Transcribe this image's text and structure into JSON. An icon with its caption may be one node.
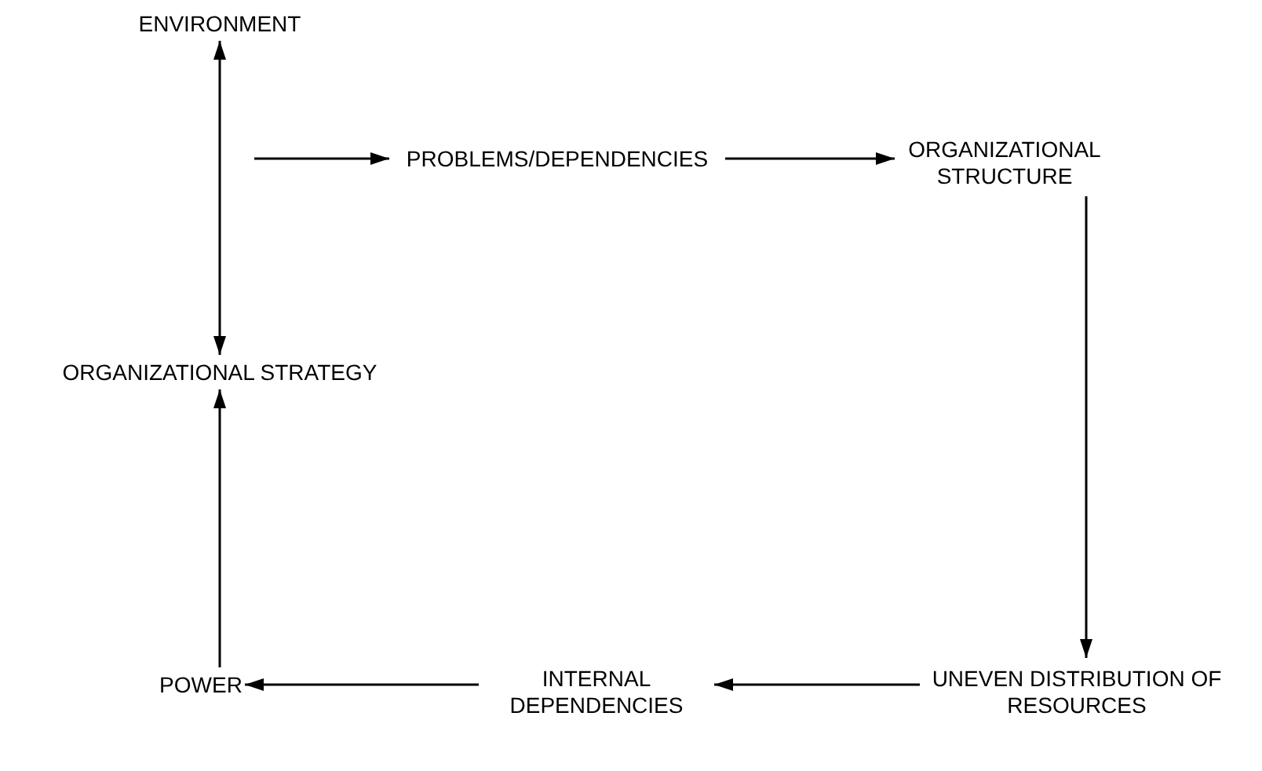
{
  "diagram": {
    "nodes": [
      {
        "text": [
          "ENVIRONMENT"
        ]
      },
      {
        "text": [
          "PROBLEMS/DEPENDENCIES"
        ]
      },
      {
        "text": [
          "ORGANIZATIONAL STRUCTURE"
        ]
      },
      {
        "text": [
          "ORGANIZATIONAL STRATEGY"
        ]
      },
      {
        "text": [
          "UNEVEN DISTRIBUTION OF RESOURCES"
        ]
      },
      {
        "text": [
          "INTERNAL DEPENDENCIES"
        ]
      },
      {
        "text": [
          "POWER"
        ]
      }
    ],
    "edges": [
      {
        "from": 0,
        "to": 3,
        "arrow": "both"
      },
      {
        "from": null,
        "to": 1,
        "arrow": "to"
      },
      {
        "from": 1,
        "to": 2,
        "arrow": "to"
      },
      {
        "from": 2,
        "to": 4,
        "arrow": "to"
      },
      {
        "from": 4,
        "to": 5,
        "arrow": "to"
      },
      {
        "from": 5,
        "to": 6,
        "arrow": "to"
      },
      {
        "from": 6,
        "to": 3,
        "arrow": "to"
      }
    ]
  }
}
